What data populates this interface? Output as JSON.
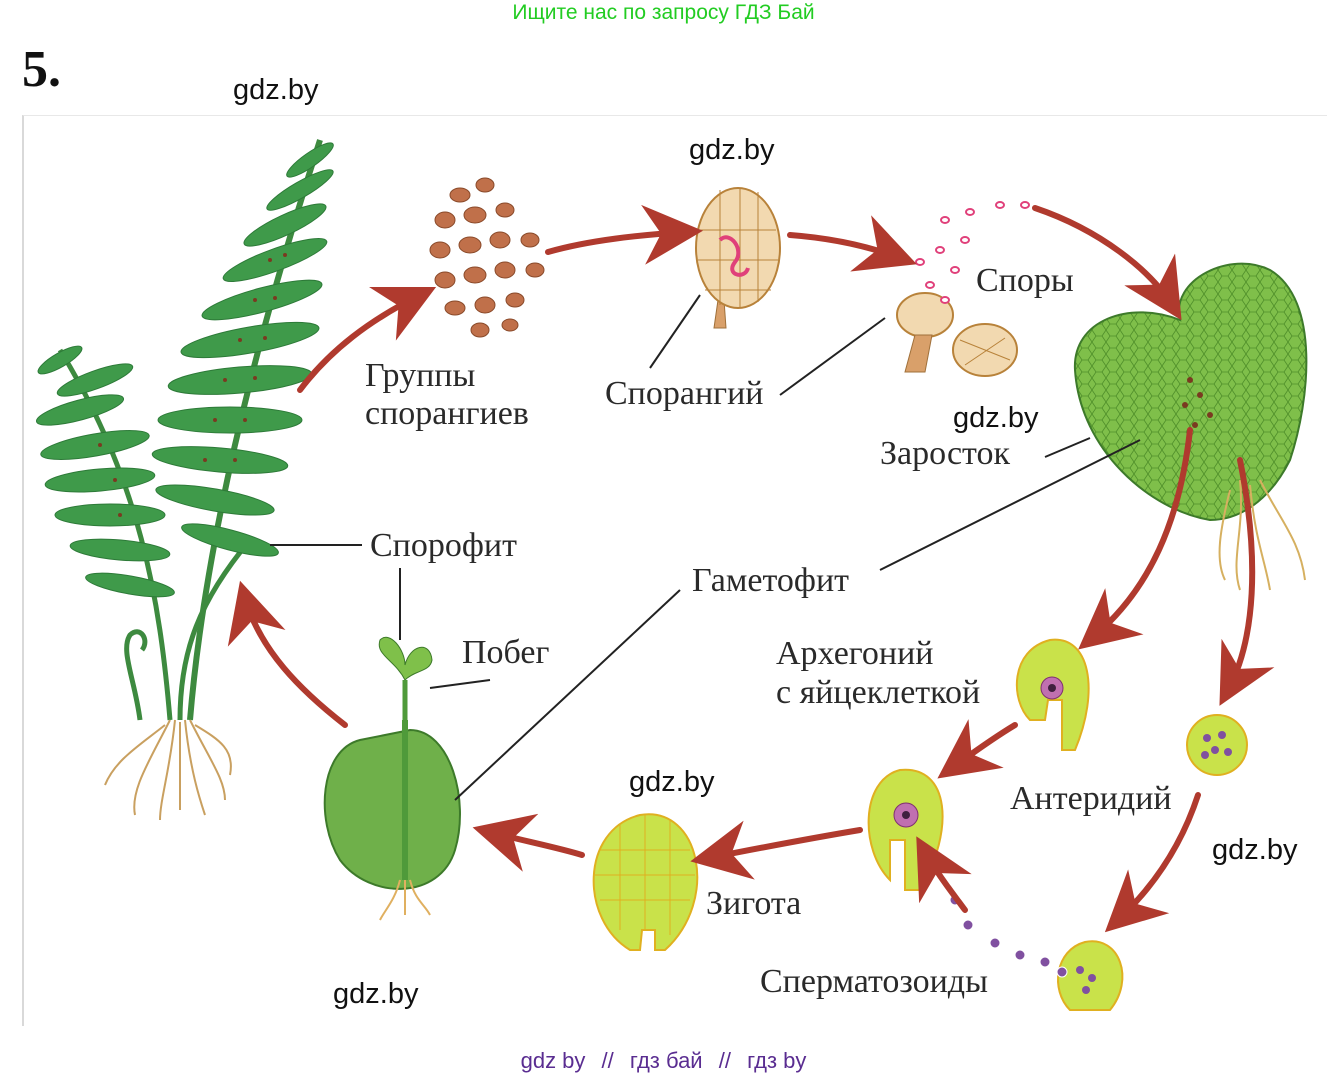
{
  "banner": "Ищите нас по запросу ГДЗ Бай",
  "task_number": "5.",
  "watermarks": [
    "gdz.by",
    "gdz.by",
    "gdz.by",
    "gdz.by",
    "gdz.by",
    "gdz.by"
  ],
  "labels": {
    "sporangia_groups_1": "Группы",
    "sporangia_groups_2": "спорангиев",
    "sporangium": "Спорангий",
    "spores": "Споры",
    "prothallus": "Заросток",
    "sporophyte": "Спорофит",
    "gametophyte": "Гаметофит",
    "shoot": "Побег",
    "archegonium_1": "Архегоний",
    "archegonium_2": "с яйцеклеткой",
    "antheridium": "Антеридий",
    "zygote": "Зигота",
    "spermatozoids": "Сперматозоиды"
  },
  "footer": {
    "items": [
      "gdz by",
      "гдз бай",
      "гдз by"
    ],
    "separator": "//"
  },
  "colors": {
    "arrow": "#b03a2e",
    "leaf": "#3f9a4a",
    "leaf_dark": "#2d7a38",
    "prothallus": "#7fbf4a",
    "cell_fill": "#c9e24a",
    "cell_stroke": "#e0b020",
    "sporangia": "#c0704a",
    "spore": "#e0407a",
    "root": "#d6b070"
  }
}
